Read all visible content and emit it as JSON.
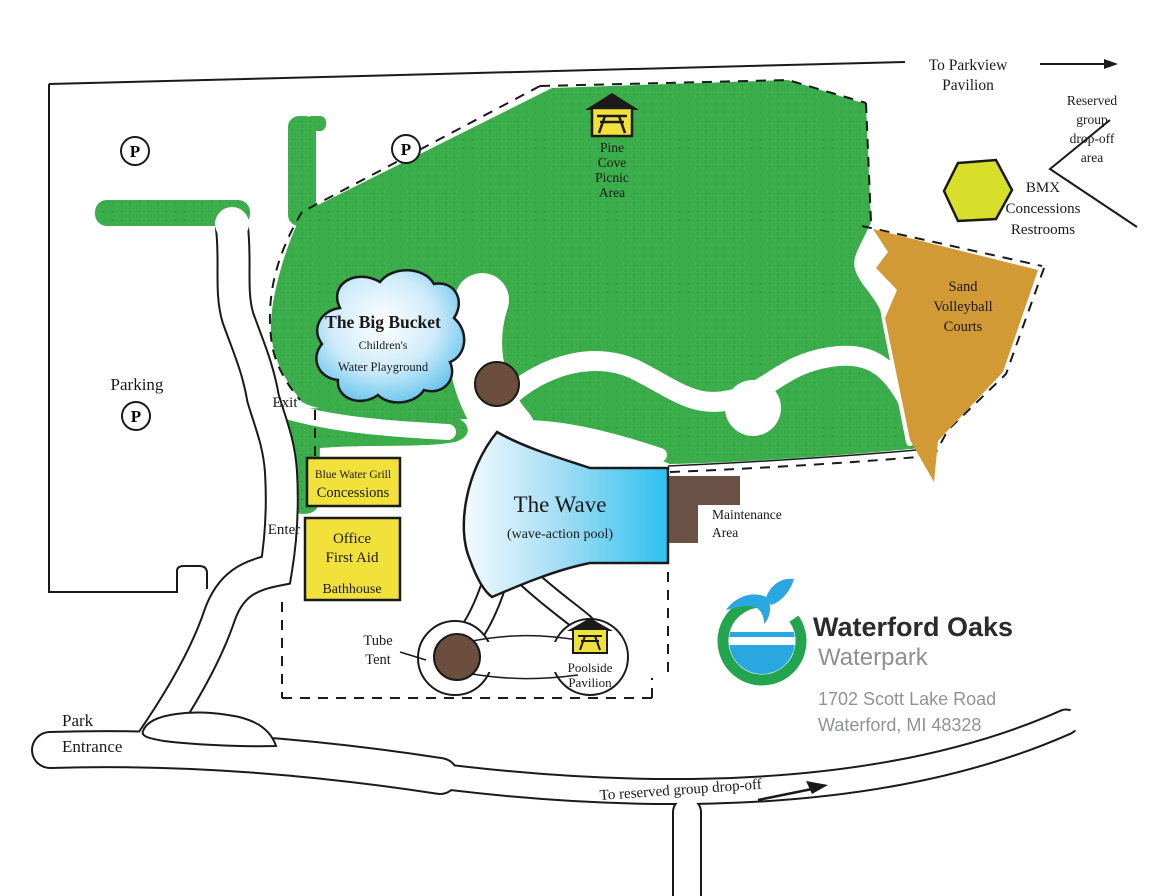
{
  "colors": {
    "green": "#3bad4b",
    "green_dot": "#2f9c40",
    "pool_cyan": "#2ec1ef",
    "bucket_edge": "#5fc2ec",
    "yellow_box": "#f2e13a",
    "bmx_hex": "#d8df2b",
    "sand": "#d29a35",
    "tree_brown": "#6b4e3e",
    "maintenance_brown": "#6b5145",
    "line": "#1a1a1a",
    "logo_green": "#23a550",
    "logo_blue": "#2aa7e0",
    "brand_dark": "#2b2b2b",
    "brand_gray": "#8d9091",
    "address_gray": "#909394"
  },
  "labels": {
    "parking": "Parking",
    "p": "P",
    "exit": "Exit",
    "enter": "Enter",
    "park_entrance": [
      "Park",
      "Entrance"
    ],
    "to_parkview": [
      "To Parkview",
      "Pavilion"
    ],
    "reserved_dropoff": [
      "Reserved",
      "group",
      "drop-off",
      "area"
    ],
    "pine_cove": [
      "Pine",
      "Cove",
      "Picnic",
      "Area"
    ],
    "bmx": [
      "BMX",
      "Concessions",
      "Restrooms"
    ],
    "sand_volleyball": [
      "Sand",
      "Volleyball",
      "Courts"
    ],
    "big_bucket": [
      "The Big Bucket",
      "Children's",
      "Water Playground"
    ],
    "wave": [
      "The Wave",
      "(wave-action pool)"
    ],
    "blue_water_grill": [
      "Blue Water Grill",
      "Concessions"
    ],
    "office": [
      "Office",
      "First Aid",
      "Bathhouse"
    ],
    "maintenance": [
      "Maintenance",
      "Area"
    ],
    "tube_tent": [
      "Tube",
      "Tent"
    ],
    "poolside_pavilion": [
      "Poolside",
      "Pavilion"
    ],
    "to_reserved_dropoff": "To reserved group drop-off"
  },
  "branding": {
    "name": "Waterford Oaks",
    "tagline": "Waterpark",
    "address_line1": "1702 Scott Lake Road",
    "address_line2": "Waterford, MI 48328"
  }
}
